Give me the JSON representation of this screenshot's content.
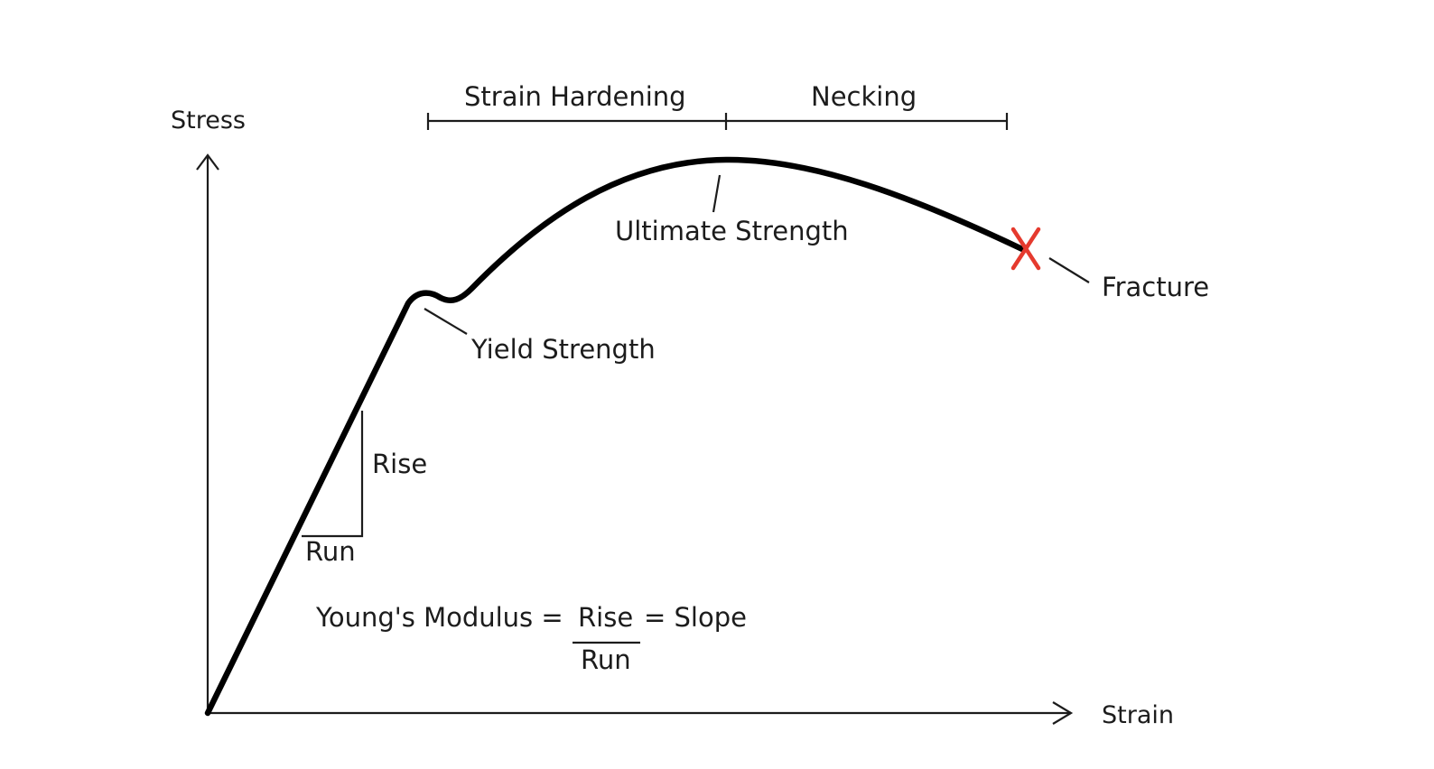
{
  "axes": {
    "y_label": "Stress",
    "x_label": "Strain"
  },
  "regions": {
    "strain_hardening": "Strain Hardening",
    "necking": "Necking"
  },
  "points": {
    "ultimate_strength": "Ultimate Strength",
    "yield_strength": "Yield Strength",
    "fracture": "Fracture"
  },
  "slope_triangle": {
    "rise": "Rise",
    "run": "Run"
  },
  "formula": {
    "lhs": "Young's Modulus =",
    "numerator": "Rise",
    "denominator": "Run",
    "rhs": "= Slope"
  },
  "colors": {
    "fracture": "#e53a2e",
    "curve": "#000000",
    "line": "#1c1c1c"
  }
}
